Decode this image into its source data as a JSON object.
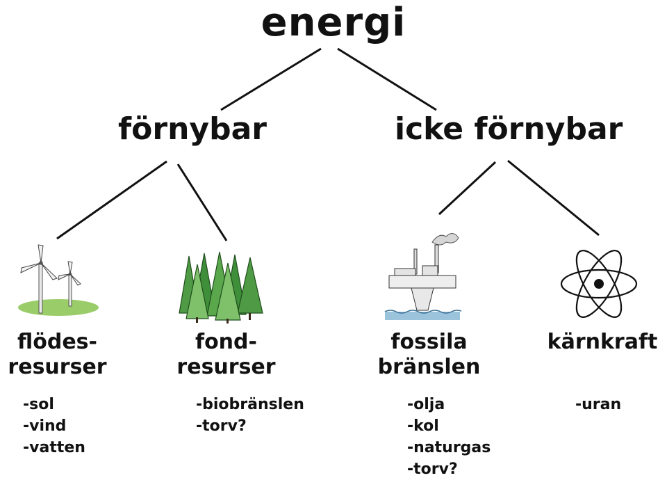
{
  "title": "energi",
  "branches": [
    {
      "label": "förnybar",
      "children": [
        {
          "icon": "wind-turbines-icon",
          "label_lines": [
            "flödes-",
            "resurser"
          ],
          "items": [
            "-sol",
            "-vind",
            "-vatten"
          ]
        },
        {
          "icon": "forest-icon",
          "label_lines": [
            "fond-",
            "resurser"
          ],
          "items": [
            "-biobränslen",
            "-torv?"
          ]
        }
      ]
    },
    {
      "label": "icke förnybar",
      "children": [
        {
          "icon": "oil-platform-icon",
          "label_lines": [
            "fossila",
            "bränslen"
          ],
          "items": [
            "-olja",
            "-kol",
            "-naturgas",
            "-torv?"
          ]
        },
        {
          "icon": "atom-icon",
          "label_lines": [
            "kärnkraft"
          ],
          "items": [
            "-uran"
          ]
        }
      ]
    }
  ],
  "colors": {
    "ink": "#111111",
    "tree_green": "#3f8f3a",
    "tree_light": "#7fc06b",
    "grass": "#9acd6a",
    "water": "#9cc3dc"
  }
}
